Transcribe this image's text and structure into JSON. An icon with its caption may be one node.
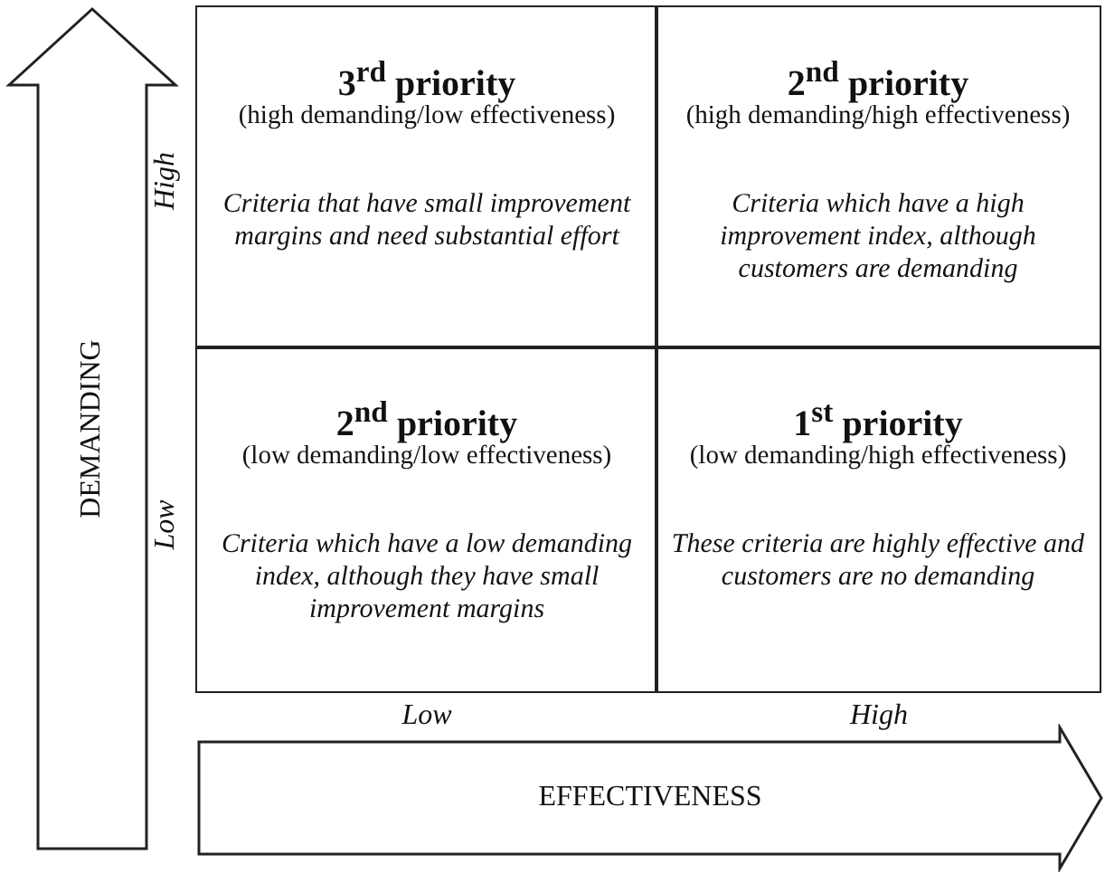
{
  "diagram": {
    "nodes": [
      {
        "text": [
          "DEMANDING"
        ]
      },
      {
        "text": [
          "EFFECTIVENESS"
        ]
      },
      {
        "text": [
          "3$^{rd}$ priority",
          "(high demanding/low effectiveness)",
          "Criteria that have small improvement margins and need substantial effort"
        ]
      },
      {
        "text": [
          "2$^{nd}$ priority",
          "(high demanding/high effectiveness)",
          "Criteria which have a high improvement index, although customers are demanding"
        ]
      },
      {
        "text": [
          "2$^{nd}$ priority",
          "(low demanding/low effectiveness)",
          "Criteria which have a low demanding index, although they have small improvement margins"
        ]
      },
      {
        "text": [
          "1$^{st}$ priority",
          "(low demanding/high effectiveness)",
          "These criteria are highly effective and customers are no demanding"
        ]
      }
    ],
    "labels": [
      "High",
      "Low",
      "Low",
      "High"
    ]
  }
}
